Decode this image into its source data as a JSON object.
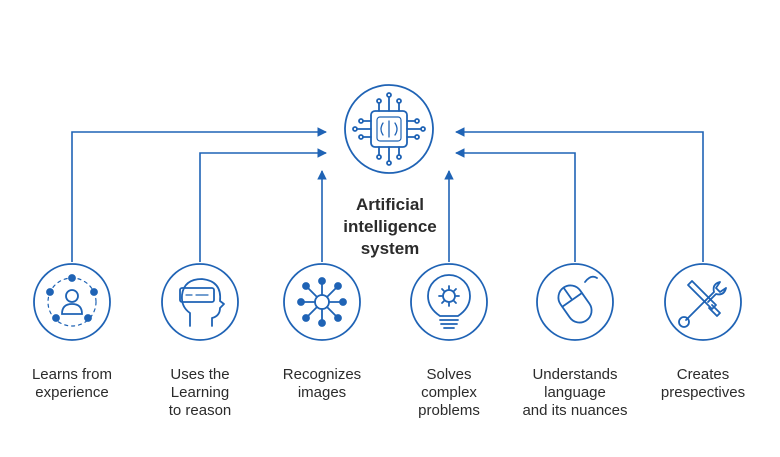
{
  "center": {
    "title": "Artificial\nintelligence\nsystem",
    "icon": "ai-chip-brain-icon"
  },
  "capabilities": [
    {
      "label": "Learns from\nexperience",
      "icon": "network-person-icon"
    },
    {
      "label": "Uses the\nLearning\nto reason",
      "icon": "vr-headset-head-icon"
    },
    {
      "label": "Recognizes\nimages",
      "icon": "node-network-icon"
    },
    {
      "label": "Solves\ncomplex\nproblems",
      "icon": "lightbulb-gear-icon"
    },
    {
      "label": "Understands\nlanguage\nand its nuances",
      "icon": "computer-mouse-icon"
    },
    {
      "label": "Creates\nprespectives",
      "icon": "wrench-screwdriver-icon"
    }
  ],
  "colors": {
    "accent": "#1f63b5",
    "text": "#2b2b2b"
  }
}
